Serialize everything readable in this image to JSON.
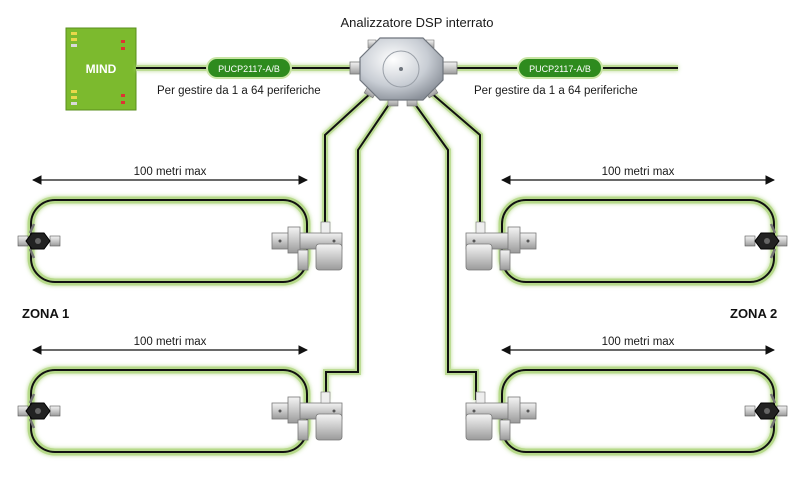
{
  "header": {
    "title": "Analizzatore DSP interrato"
  },
  "controller": {
    "label": "MIND"
  },
  "left_bus": {
    "cable_label": "PUCP2117-A/B",
    "caption": "Per gestire da 1 a 64 periferiche"
  },
  "right_bus": {
    "cable_label": "PUCP2117-A/B",
    "caption": "Per gestire da 1 a 64 periferiche"
  },
  "zones": [
    {
      "label": "ZONA 1"
    },
    {
      "label": "ZONA 2"
    }
  ],
  "loops": [
    {
      "distance": "100 metri max"
    },
    {
      "distance": "100 metri max"
    },
    {
      "distance": "100 metri max"
    },
    {
      "distance": "100 metri max"
    }
  ],
  "colors": {
    "line": "#111111",
    "glow": "#b6d98a",
    "mind_board": "#7cba2e",
    "pill": "#2e8b1e",
    "pill_edge": "#c9e5a4",
    "hub": "#c8cdd4"
  }
}
